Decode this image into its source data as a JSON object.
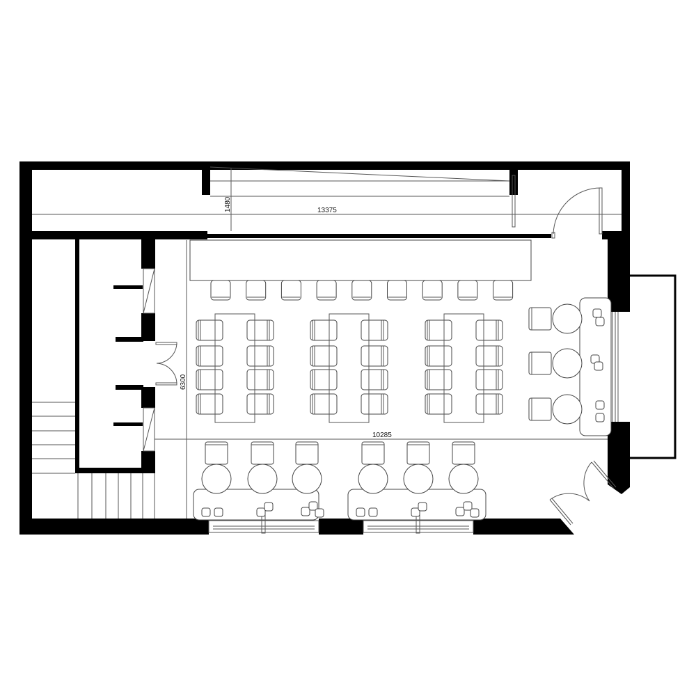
{
  "drawing": {
    "type": "architectural floor plan",
    "background": "#ffffff",
    "wall_color": "#000000",
    "line_color": "#555555"
  },
  "dimensions": {
    "top_length": "13375",
    "top_depth": "1480",
    "room_depth": "6300",
    "room_length": "10285"
  },
  "furniture": {
    "bar_stools_count": 9,
    "dining_tables_count": 3,
    "dining_chairs_per_table": 8,
    "lounge_tables_bottom": 6,
    "lounge_tables_right": 3,
    "window_seat_benches": 3
  },
  "doors": {
    "corridor_door": "top-right swing door",
    "restroom_double_door": "left double door",
    "entrance_double_door": "bottom-right angled double door"
  },
  "rooms": [
    {
      "name": "corridor",
      "position": "top"
    },
    {
      "name": "dining-hall",
      "position": "center"
    },
    {
      "name": "restrooms",
      "position": "left"
    },
    {
      "name": "stairs",
      "position": "bottom-left"
    },
    {
      "name": "vestibule",
      "position": "right"
    }
  ]
}
